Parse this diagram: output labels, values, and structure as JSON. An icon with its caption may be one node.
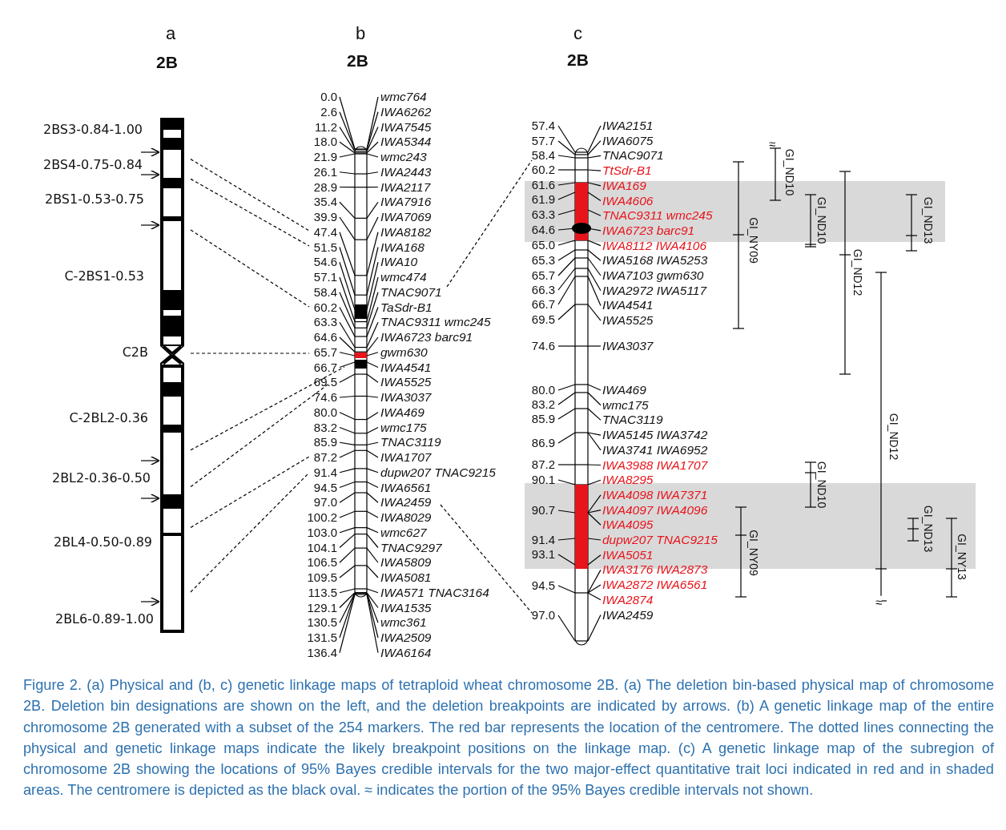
{
  "diagram": {
    "caption": "Figure 2. (a) Physical and (b, c) genetic linkage maps of tetraploid wheat chromosome 2B. (a) The deletion bin-based physical map of chromosome 2B. Deletion bin designations are shown on the left, and the deletion breakpoints are indicated by arrows. (b) A genetic linkage map of the entire chromosome 2B generated with a subset of the 254 markers. The red bar represents the location of the centromere. The dotted lines connecting the physical and genetic linkage maps indicate the likely breakpoint positions on the linkage map. (c) A genetic linkage map of the subregion of chromosome 2B showing the locations of 95% Bayes credible intervals for the two major-effect quantitative trait loci indicated in red and in shaded areas. The centromere is depicted as the black oval. ≈ indicates the portion of the 95% Bayes credible intervals not shown.",
    "labels": [
      "a",
      "2B",
      "b",
      "2B",
      "c",
      "2B",
      "2BS3-0.84-1.00",
      "2BS4-0.75-0.84",
      "2BS1-0.53-0.75",
      "C-2BS1-0.53",
      "C2B",
      "C-2BL2-0.36",
      "2BL2-0.36-0.50",
      "2BL4-0.50-0.89",
      "2BL6-0.89-1.00",
      "0.0",
      "wmc764",
      "2.6",
      "IWA6262",
      "11.2",
      "IWA7545",
      "18.0",
      "IWA5344",
      "21.9",
      "wmc243",
      "26.1",
      "IWA2443",
      "28.9",
      "IWA2117",
      "35.4",
      "IWA7916",
      "39.9",
      "IWA7069",
      "47.4",
      "IWA8182",
      "51.5",
      "IWA168",
      "54.6",
      "IWA10",
      "57.1",
      "wmc474",
      "58.4",
      "TNAC9071",
      "60.2",
      "TaSdr-B1",
      "63.3",
      "TNAC9311 wmc245",
      "64.6",
      "IWA6723 barc91",
      "65.7",
      "gwm630",
      "66.7",
      "IWA4541",
      "69.5",
      "IWA5525",
      "74.6",
      "IWA3037",
      "80.0",
      "IWA469",
      "83.2",
      "wmc175",
      "85.9",
      "TNAC3119",
      "87.2",
      "IWA1707",
      "91.4",
      "dupw207 TNAC9215",
      "94.5",
      "IWA6561",
      "97.0",
      "IWA2459",
      "100.2",
      "IWA8029",
      "103.0",
      "wmc627",
      "104.1",
      "TNAC9297",
      "106.5",
      "IWA5809",
      "109.5",
      "IWA5081",
      "113.5",
      "IWA571 TNAC3164",
      "129.1",
      "IWA1535",
      "130.5",
      "wmc361",
      "131.5",
      "IWA2509",
      "136.4",
      "IWA6164",
      "57.4",
      "57.7",
      "58.4",
      "60.2",
      "61.6",
      "61.9",
      "63.3",
      "64.6",
      "65.0",
      "65.3",
      "65.7",
      "66.3",
      "66.7",
      "69.5",
      "74.6",
      "80.0",
      "83.2",
      "85.9",
      "86.9",
      "87.2",
      "90.1",
      "90.7",
      "91.4",
      "93.1",
      "94.5",
      "97.0",
      "IWA2151",
      "IWA6075",
      "TNAC9071",
      "TtSdr-B1",
      "IWA169",
      "IWA4606",
      "TNAC9311 wmc245",
      "IWA6723 barc91",
      "IWA8112 IWA4106",
      "IWA5168 IWA5253",
      "IWA7103 gwm630",
      "IWA2972 IWA5117",
      "IWA4541",
      "IWA5525",
      "IWA3037",
      "IWA469",
      "wmc175",
      "TNAC3119",
      "IWA5145 IWA3742",
      "IWA3741 IWA6952",
      "IWA3988 IWA1707",
      "IWA8295",
      "IWA4098 IWA7371",
      "IWA4097 IWA4096",
      "IWA4095",
      "dupw207 TNAC9215",
      "IWA5051",
      "IWA3176 IWA2873",
      "IWA2872 IWA6561",
      "IWA2874",
      "IWA2459",
      "GI_ND10",
      "GI_ND10",
      "GI_ND13",
      "GI_NY09",
      "GI_ND12",
      "GI_ND12",
      "GI_ND10",
      "GI_ND13",
      "GI_NY09",
      "GI_NY13",
      "≈",
      "≈"
    ]
  }
}
